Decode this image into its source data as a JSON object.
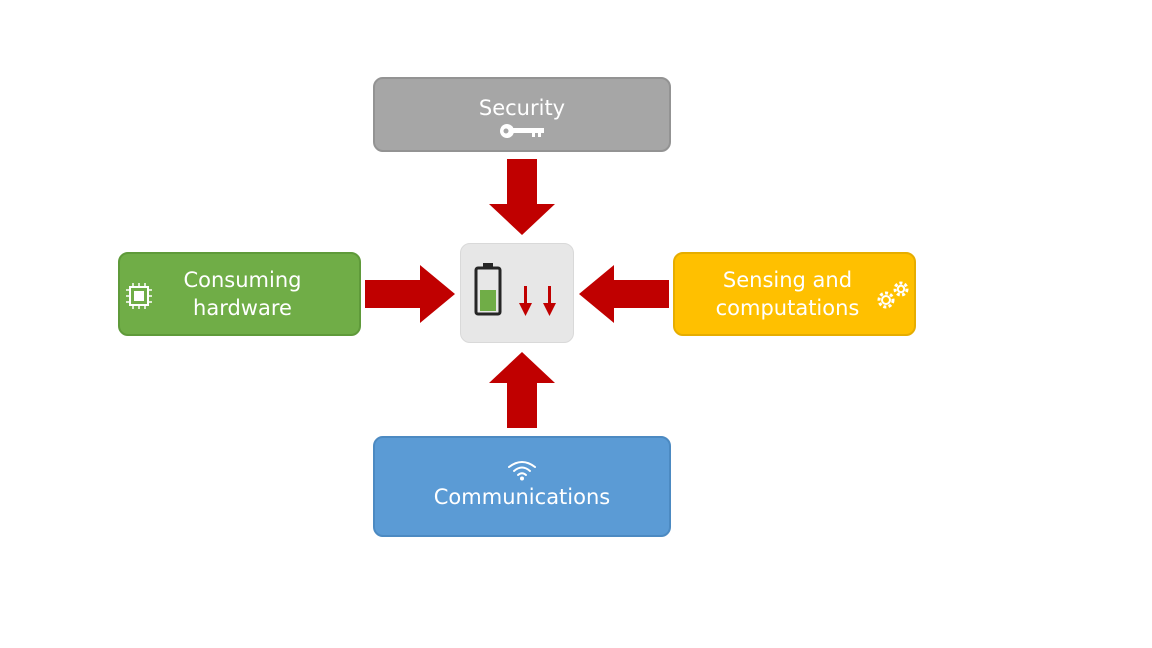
{
  "diagram": {
    "nodes": {
      "security": {
        "label": "Security",
        "icon": "key-icon",
        "color": "#a6a6a6"
      },
      "consuming_hardware": {
        "label": "Consuming\nhardware",
        "icon": "chip-icon",
        "color": "#70ad47"
      },
      "sensing": {
        "label": "Sensing and\ncomputations",
        "icon": "gears-icon",
        "color": "#ffc000"
      },
      "communications": {
        "label": "Communications",
        "icon": "wifi-icon",
        "color": "#5b9bd5"
      },
      "center": {
        "icon": "battery-drain-icon",
        "color": "#e7e7e7"
      }
    },
    "arrow_color": "#c00000",
    "edges": [
      {
        "from": "security",
        "to": "center"
      },
      {
        "from": "consuming_hardware",
        "to": "center"
      },
      {
        "from": "sensing",
        "to": "center"
      },
      {
        "from": "communications",
        "to": "center"
      }
    ]
  }
}
